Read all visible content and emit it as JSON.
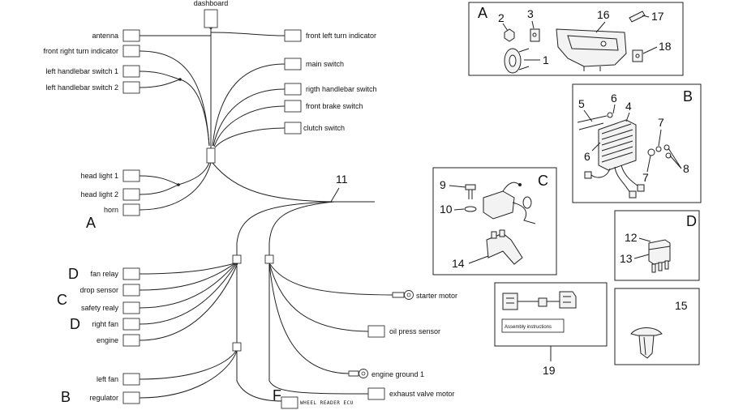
{
  "wiring": {
    "top_connector": "dashboard",
    "left_connectors": [
      "antenna",
      "front right turn indicator",
      "left handlebar switch 1",
      "left handlebar switch 2",
      "head light 1",
      "head light 2",
      "horn"
    ],
    "right_connectors": [
      "front left turn indicator",
      "main switch",
      "rigth handlebar switch",
      "front brake switch",
      "clutch switch"
    ],
    "main_harness_number": "11",
    "group_a_letter": "A",
    "lower_left_connectors": [
      "fan relay",
      "drop sensor",
      "safety realy",
      "right fan",
      "engine"
    ],
    "letters_lower_left": [
      "D",
      "C",
      "D"
    ],
    "group_b_connectors": [
      "left fan",
      "regulator"
    ],
    "group_b_letter": "B",
    "lower_right_connectors": [
      "starter motor",
      "oil press sensor",
      "engine ground 1",
      "exhaust valve motor"
    ],
    "ecu_letter": "F",
    "ecu_label": "WHEEL READER ECU"
  },
  "panels": {
    "a": {
      "letter": "A",
      "numbers": [
        "2",
        "3",
        "16",
        "17",
        "1",
        "18"
      ]
    },
    "b": {
      "letter": "B",
      "numbers": [
        "5",
        "6",
        "4",
        "7",
        "6",
        "8",
        "7"
      ]
    },
    "c": {
      "letter": "C",
      "numbers": [
        "9",
        "10",
        "14"
      ]
    },
    "d": {
      "letter": "D",
      "numbers": [
        "12",
        "13"
      ]
    },
    "e": {
      "numbers": [
        "15"
      ]
    },
    "kit": {
      "instructions": "Assembly instructions",
      "number": "19"
    }
  },
  "colors": {
    "line": "#222222",
    "background": "#ffffff"
  }
}
